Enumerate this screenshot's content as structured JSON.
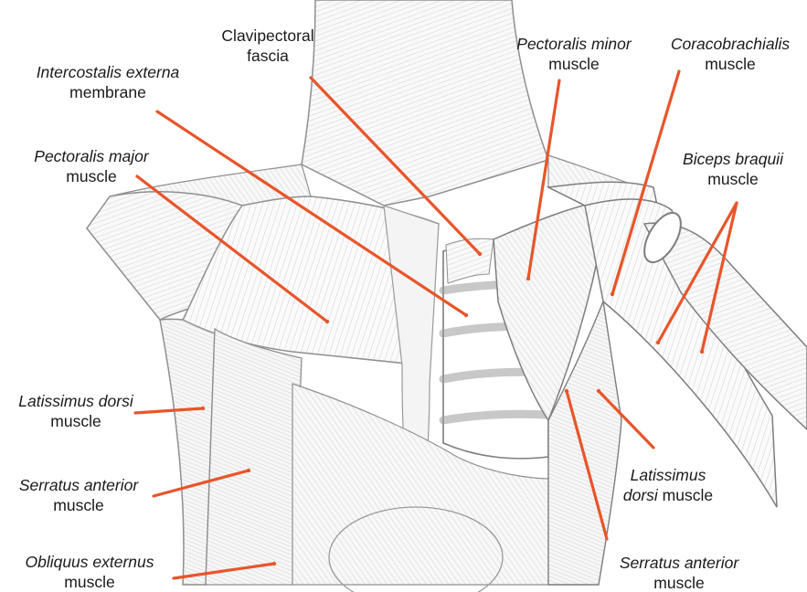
{
  "diagram": {
    "accent_color": "#e8552a",
    "line_color": "#9a9a9a",
    "labels": {
      "clavipectoral": {
        "line1": "Clavipectoral",
        "line2": "fascia"
      },
      "pect_minor": {
        "line1": "Pectoralis minor",
        "line2": "muscle"
      },
      "coracobrachialis": {
        "line1": "Coracobrachialis",
        "line2": "muscle"
      },
      "intercostalis": {
        "line1": "Intercostalis externa",
        "line2": "membrane"
      },
      "pect_major": {
        "line1": "Pectoralis major",
        "line2": "muscle"
      },
      "biceps": {
        "line1": "Biceps braquii",
        "line2": "muscle"
      },
      "lat_dorsi_left": {
        "line1": "Latissimus dorsi",
        "line2": "muscle"
      },
      "serratus_left": {
        "line1": "Serratus anterior",
        "line2": "muscle"
      },
      "obliquus": {
        "line1": "Obliquus externus",
        "line2": "muscle"
      },
      "lat_dorsi_right": {
        "line1": "Latissimus",
        "line2a": "dorsi",
        "line2b": " muscle"
      },
      "serratus_right": {
        "line1": "Serratus anterior",
        "line2": "muscle"
      }
    }
  }
}
